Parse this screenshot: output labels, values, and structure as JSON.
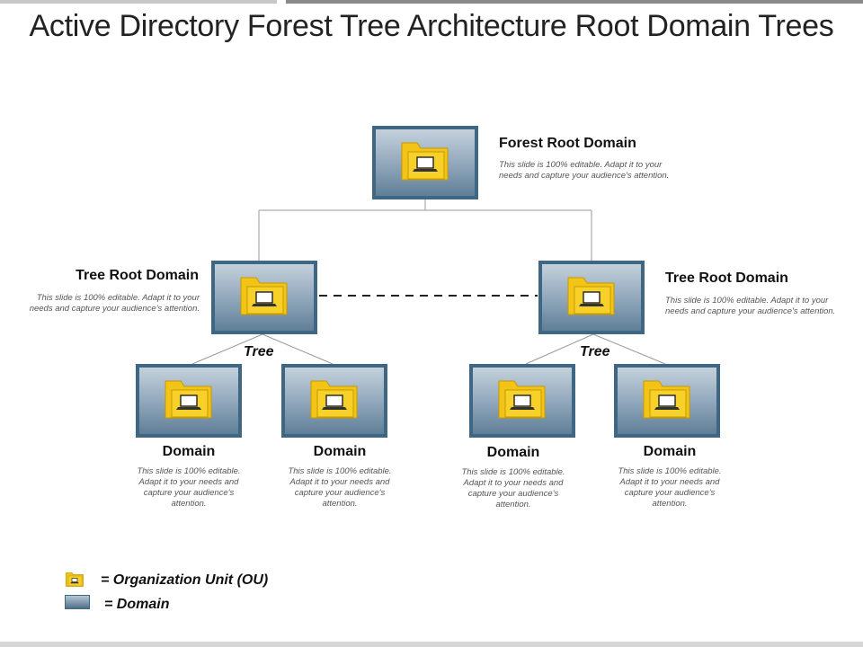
{
  "title": "Active Directory Forest Tree Architecture Root Domain Trees",
  "forest_root": {
    "heading": "Forest Root Domain",
    "desc": "This slide is 100% editable. Adapt it to your needs and capture your audience's attention."
  },
  "tree_root_left": {
    "heading": "Tree Root Domain",
    "desc": "This slide is 100% editable. Adapt it to your needs and capture your audience's attention."
  },
  "tree_root_right": {
    "heading": "Tree Root Domain",
    "desc": "This slide is 100% editable. Adapt it to your needs and capture your audience's attention."
  },
  "tree_labels": [
    "Tree",
    "Tree"
  ],
  "domains": [
    {
      "heading": "Domain",
      "desc": "This slide is 100% editable. Adapt it to your needs and capture your audience's attention."
    },
    {
      "heading": "Domain",
      "desc": "This slide is 100% editable. Adapt it to your needs and capture your audience's attention."
    },
    {
      "heading": "Domain",
      "desc": "This slide is 100% editable. Adapt it to your needs and capture your audience's attention."
    },
    {
      "heading": "Domain",
      "desc": "This slide is 100% editable. Adapt it to your needs and capture your audience's attention."
    }
  ],
  "legend": {
    "ou": "= Organization Unit (OU)",
    "domain": "= Domain"
  },
  "colors": {
    "box_border": "#3f6784",
    "folder": "#f2c417",
    "connector": "#999999"
  },
  "icons": {
    "folder": "folder-icon",
    "laptop": "laptop-icon"
  }
}
